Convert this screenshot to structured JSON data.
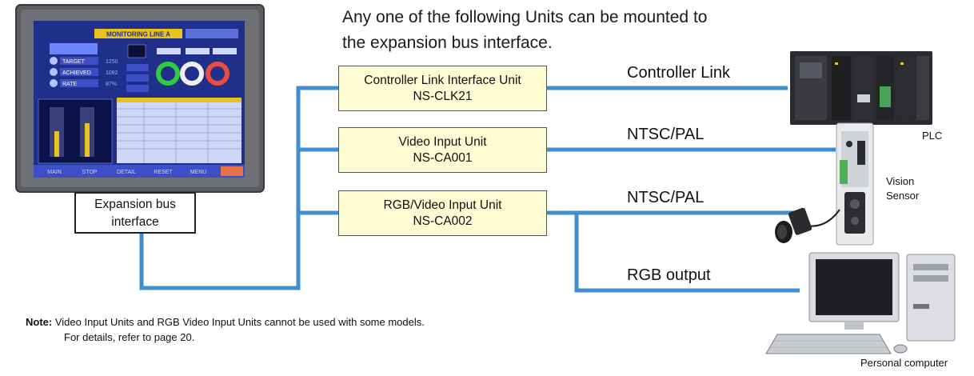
{
  "heading": {
    "line1": "Any one of the following Units can be mounted to",
    "line2": "the expansion bus interface."
  },
  "expansion_label": {
    "line1": "Expansion bus",
    "line2": "interface"
  },
  "units": [
    {
      "name": "Controller Link Interface Unit",
      "model": "NS-CLK21"
    },
    {
      "name": "Video Input Unit",
      "model": "NS-CA001"
    },
    {
      "name": "RGB/Video Input Unit",
      "model": "NS-CA002"
    }
  ],
  "connections": {
    "controller_link": "Controller Link",
    "ntsc_pal_1": "NTSC/PAL",
    "ntsc_pal_2": "NTSC/PAL",
    "rgb_output": "RGB output"
  },
  "devices": {
    "plc": "PLC",
    "vision_line1": "Vision",
    "vision_line2": "Sensor",
    "pc": "Personal computer"
  },
  "hmi_screen": {
    "title": "MONITORING LINE A",
    "rows": [
      "TARGET",
      "ACHIEVED",
      "RATE"
    ],
    "values": [
      "1250",
      "1082",
      "87%"
    ],
    "footer": [
      "MAIN",
      "STOP",
      "DETAIL",
      "RESET",
      "MENU"
    ]
  },
  "note": {
    "label": "Note:",
    "line1": "Video Input Units and RGB Video Input Units cannot be used with some models.",
    "line2": "For details, refer to page 20."
  },
  "colors": {
    "line_blue": "#3f8fd0",
    "box_fill": "#fffbd2",
    "hmi_bezel": "#5a5c5f",
    "hmi_screen": "#1f2f8a"
  }
}
